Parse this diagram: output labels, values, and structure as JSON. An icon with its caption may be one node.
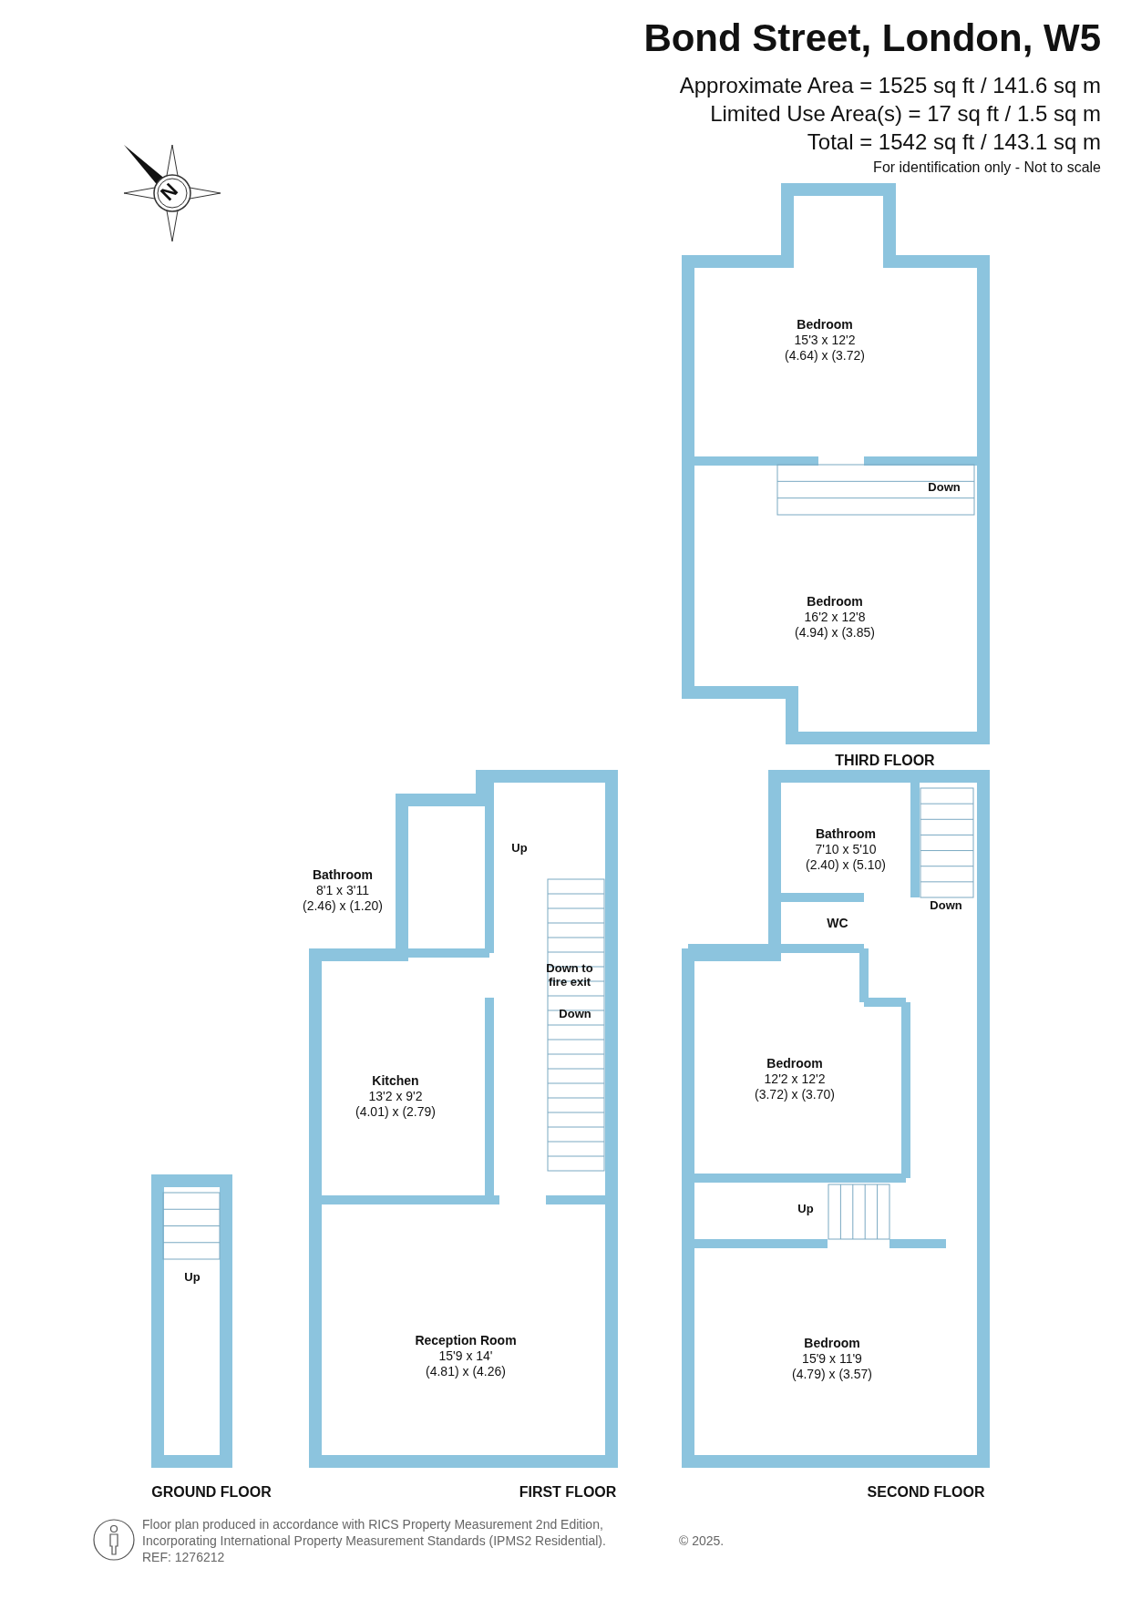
{
  "diagram": {
    "title": "Bond Street, London, W5",
    "nodes": [
      {
        "text": [
          "THIRD FLOOR"
        ]
      },
      {
        "text": [
          "Bedroom",
          "15'3 x 12'2",
          "(4.64) x (3.72)"
        ],
        "in": 0
      },
      {
        "text": [
          "Bedroom",
          "16'2 x 12'8",
          "(4.94) x (3.85)"
        ],
        "in": 0
      },
      {
        "text": [
          "SECOND FLOOR"
        ]
      },
      {
        "text": [
          "Bathroom",
          "7'10 x 5'10",
          "(2.40) x (5.10)"
        ],
        "in": 3
      },
      {
        "text": [
          "WC"
        ],
        "in": 3
      },
      {
        "text": [
          "Bedroom",
          "12'2 x 12'2",
          "(3.72) x (3.70)"
        ],
        "in": 3
      },
      {
        "text": [
          "Bedroom",
          "15'9 x 11'9",
          "(4.79) x (3.57)"
        ],
        "in": 3
      },
      {
        "text": [
          "FIRST FLOOR"
        ]
      },
      {
        "text": [
          "Bathroom",
          "8'1 x 3'11",
          "(2.46) x (1.20)"
        ],
        "in": 8
      },
      {
        "text": [
          "Kitchen",
          "13'2 x 9'2",
          "(4.01) x (2.79)"
        ],
        "in": 8
      },
      {
        "text": [
          "Reception Room",
          "15'9 x 14'",
          "(4.81) x (4.26)"
        ],
        "in": 8
      },
      {
        "text": [
          "GROUND FLOOR"
        ]
      }
    ],
    "edges": [],
    "labels": [
      "Approximate Area = 1525 sq ft / 141.6 sq m",
      "Limited Use Area(s) = 17 sq ft / 1.5 sq m",
      "Total = 1542 sq ft / 143.1 sq m",
      "For identification only - Not to scale",
      "N",
      "Down",
      "Down",
      "Up",
      "Up",
      "Down to fire exit",
      "Down",
      "Up",
      "Floor plan produced in accordance with RICS Property Measurement 2nd Edition, Incorporating International Property Measurement Standards (IPMS2 Residential).",
      "© 2025.",
      "REF: 1276212"
    ]
  }
}
